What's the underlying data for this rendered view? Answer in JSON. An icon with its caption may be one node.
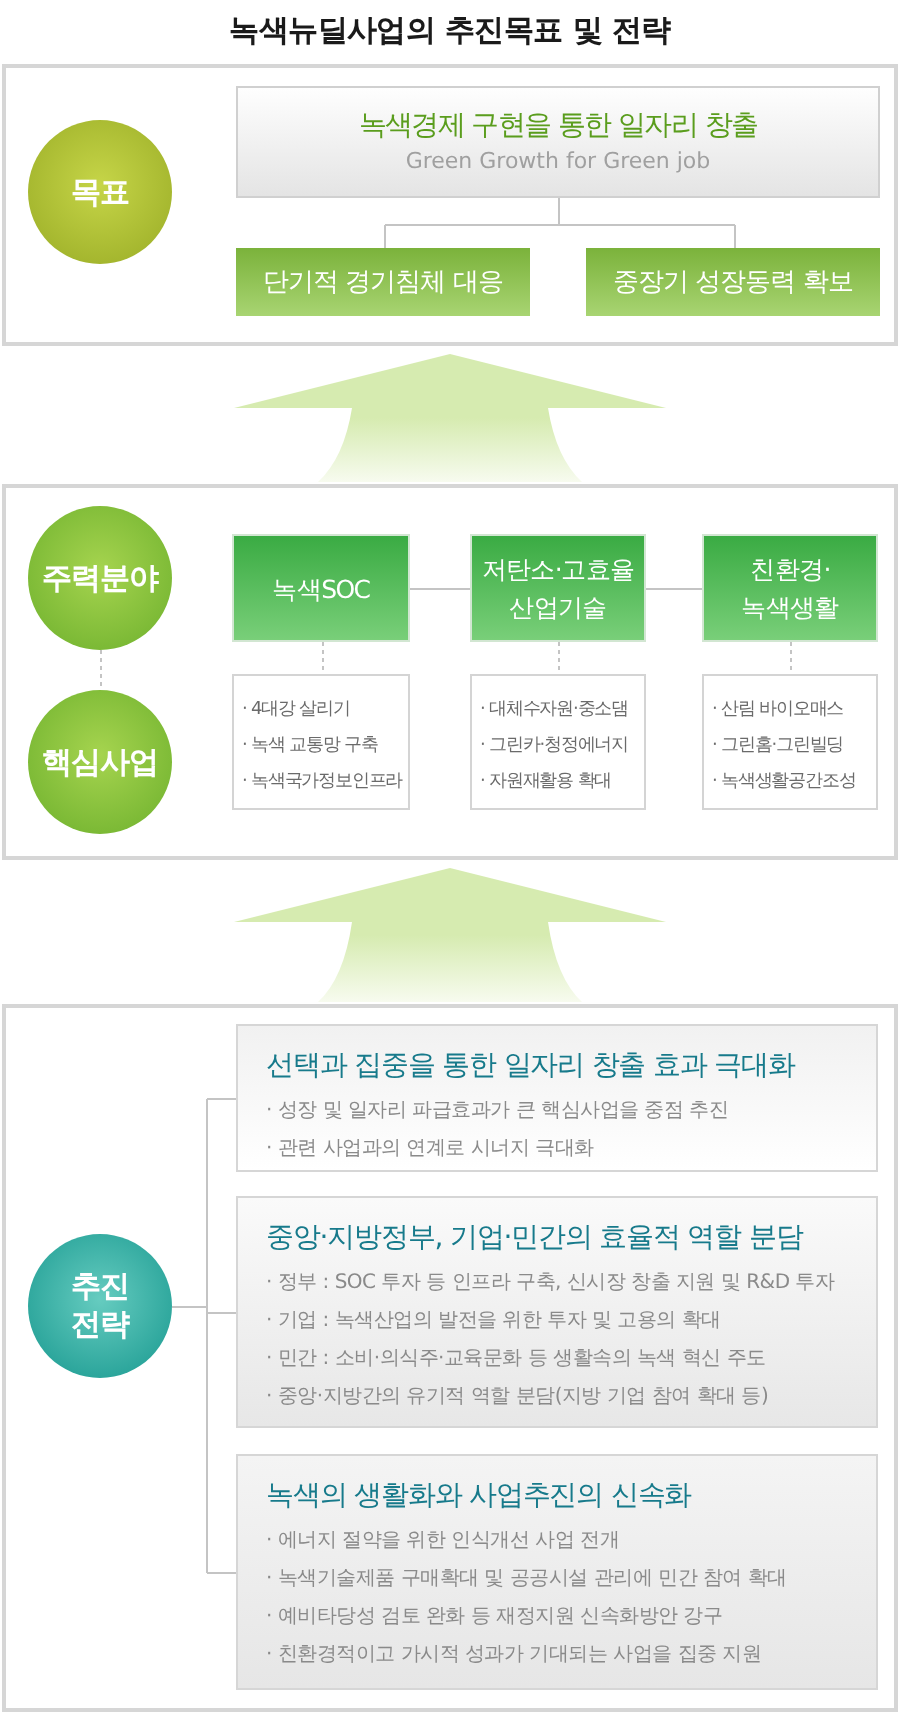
{
  "diagram": {
    "title": "녹색뉴딜사업의 추진목표 및 전략",
    "nodes": [
      {
        "text": [],
        "shape": "box"
      },
      {
        "text": [
          "목표"
        ],
        "in": 0
      },
      {
        "text": [
          "녹색경제 구현을 통한 일자리 창출",
          "Green Growth for Green job"
        ],
        "in": 0
      },
      {
        "text": [
          "단기적 경기침체 대응"
        ],
        "in": 0
      },
      {
        "text": [
          "중장기 성장동력 확보"
        ],
        "in": 0
      },
      {
        "text": [],
        "shape": "box"
      },
      {
        "text": [
          "주력분야"
        ],
        "in": 5
      },
      {
        "text": [
          "녹색SOC"
        ],
        "in": 5
      },
      {
        "text": [
          "저탄소·고효율 산업기술"
        ],
        "in": 5
      },
      {
        "text": [
          "친환경· 녹색생활"
        ],
        "in": 5
      },
      {
        "text": [
          "핵심사업"
        ],
        "in": 5
      },
      {
        "text": [
          "· 4대강 살리기",
          "· 녹색 교통망 구축",
          "· 녹색국가정보인프라"
        ],
        "in": 5
      },
      {
        "text": [
          "· 대체수자원·중소댐",
          "· 그린카·청정에너지",
          "· 자원재활용 확대"
        ],
        "in": 5
      },
      {
        "text": [
          "· 산림 바이오매스",
          "· 그린홈·그린빌딩",
          "· 녹색생활공간조성"
        ],
        "in": 5
      },
      {
        "text": [],
        "shape": "box"
      },
      {
        "text": [
          "추진 전략"
        ],
        "in": 14
      },
      {
        "text": [
          "선택과 집중을 통한 일자리 창출 효과 극대화",
          "· 성장 및 일자리 파급효과가 큰 핵심사업을 중점 추진",
          "· 관련 사업과의 연계로 시너지 극대화"
        ],
        "in": 14
      },
      {
        "text": [
          "중앙·지방정부, 기업·민간의 효율적 역할 분담",
          "· 정부 : SOC 투자 등 인프라 구축, 신시장 창출 지원 및 R&D 투자",
          "· 기업 : 녹색산업의 발전을 위한 투자 및 고용의 확대",
          "· 민간 : 소비·의식주·교육문화 등 생활속의 녹색 혁신 주도",
          "· 중앙·지방간의 유기적 역할 분담(지방 기업 참여 확대 등)"
        ],
        "in": 14
      },
      {
        "text": [
          "녹색의 생활화와 사업추진의 신속화",
          "· 에너지 절약을 위한 인식개선 사업 전개",
          "· 녹색기술제품 구매확대 및 공공시설 관리에 민간 참여 확대",
          "· 예비타당성 검토 완화 등 재정지원 신속화방안 강구",
          "· 친환경적이고 가시적 성과가 기대되는 사업을 집중 지원"
        ],
        "in": 14
      }
    ],
    "edges": [
      {
        "from": 2,
        "to": 3,
        "arrow": "none"
      },
      {
        "from": 2,
        "to": 4,
        "arrow": "none"
      },
      {
        "from": 5,
        "to": 0,
        "arrow": "to",
        "style": "thick",
        "color": "#d6ebb0"
      },
      {
        "from": 6,
        "to": 10,
        "arrow": "none",
        "style": "dashed"
      },
      {
        "from": 7,
        "to": 8,
        "arrow": "none"
      },
      {
        "from": 8,
        "to": 9,
        "arrow": "none"
      },
      {
        "from": 7,
        "to": 11,
        "arrow": "none",
        "style": "dashed"
      },
      {
        "from": 8,
        "to": 12,
        "arrow": "none",
        "style": "dashed"
      },
      {
        "from": 9,
        "to": 13,
        "arrow": "none",
        "style": "dashed"
      },
      {
        "from": 14,
        "to": 5,
        "arrow": "to",
        "style": "thick",
        "color": "#d6ebb0"
      },
      {
        "from": 15,
        "to": 16,
        "arrow": "none"
      },
      {
        "from": 15,
        "to": 17,
        "arrow": "none"
      },
      {
        "from": 15,
        "to": 18,
        "arrow": "none"
      }
    ]
  }
}
